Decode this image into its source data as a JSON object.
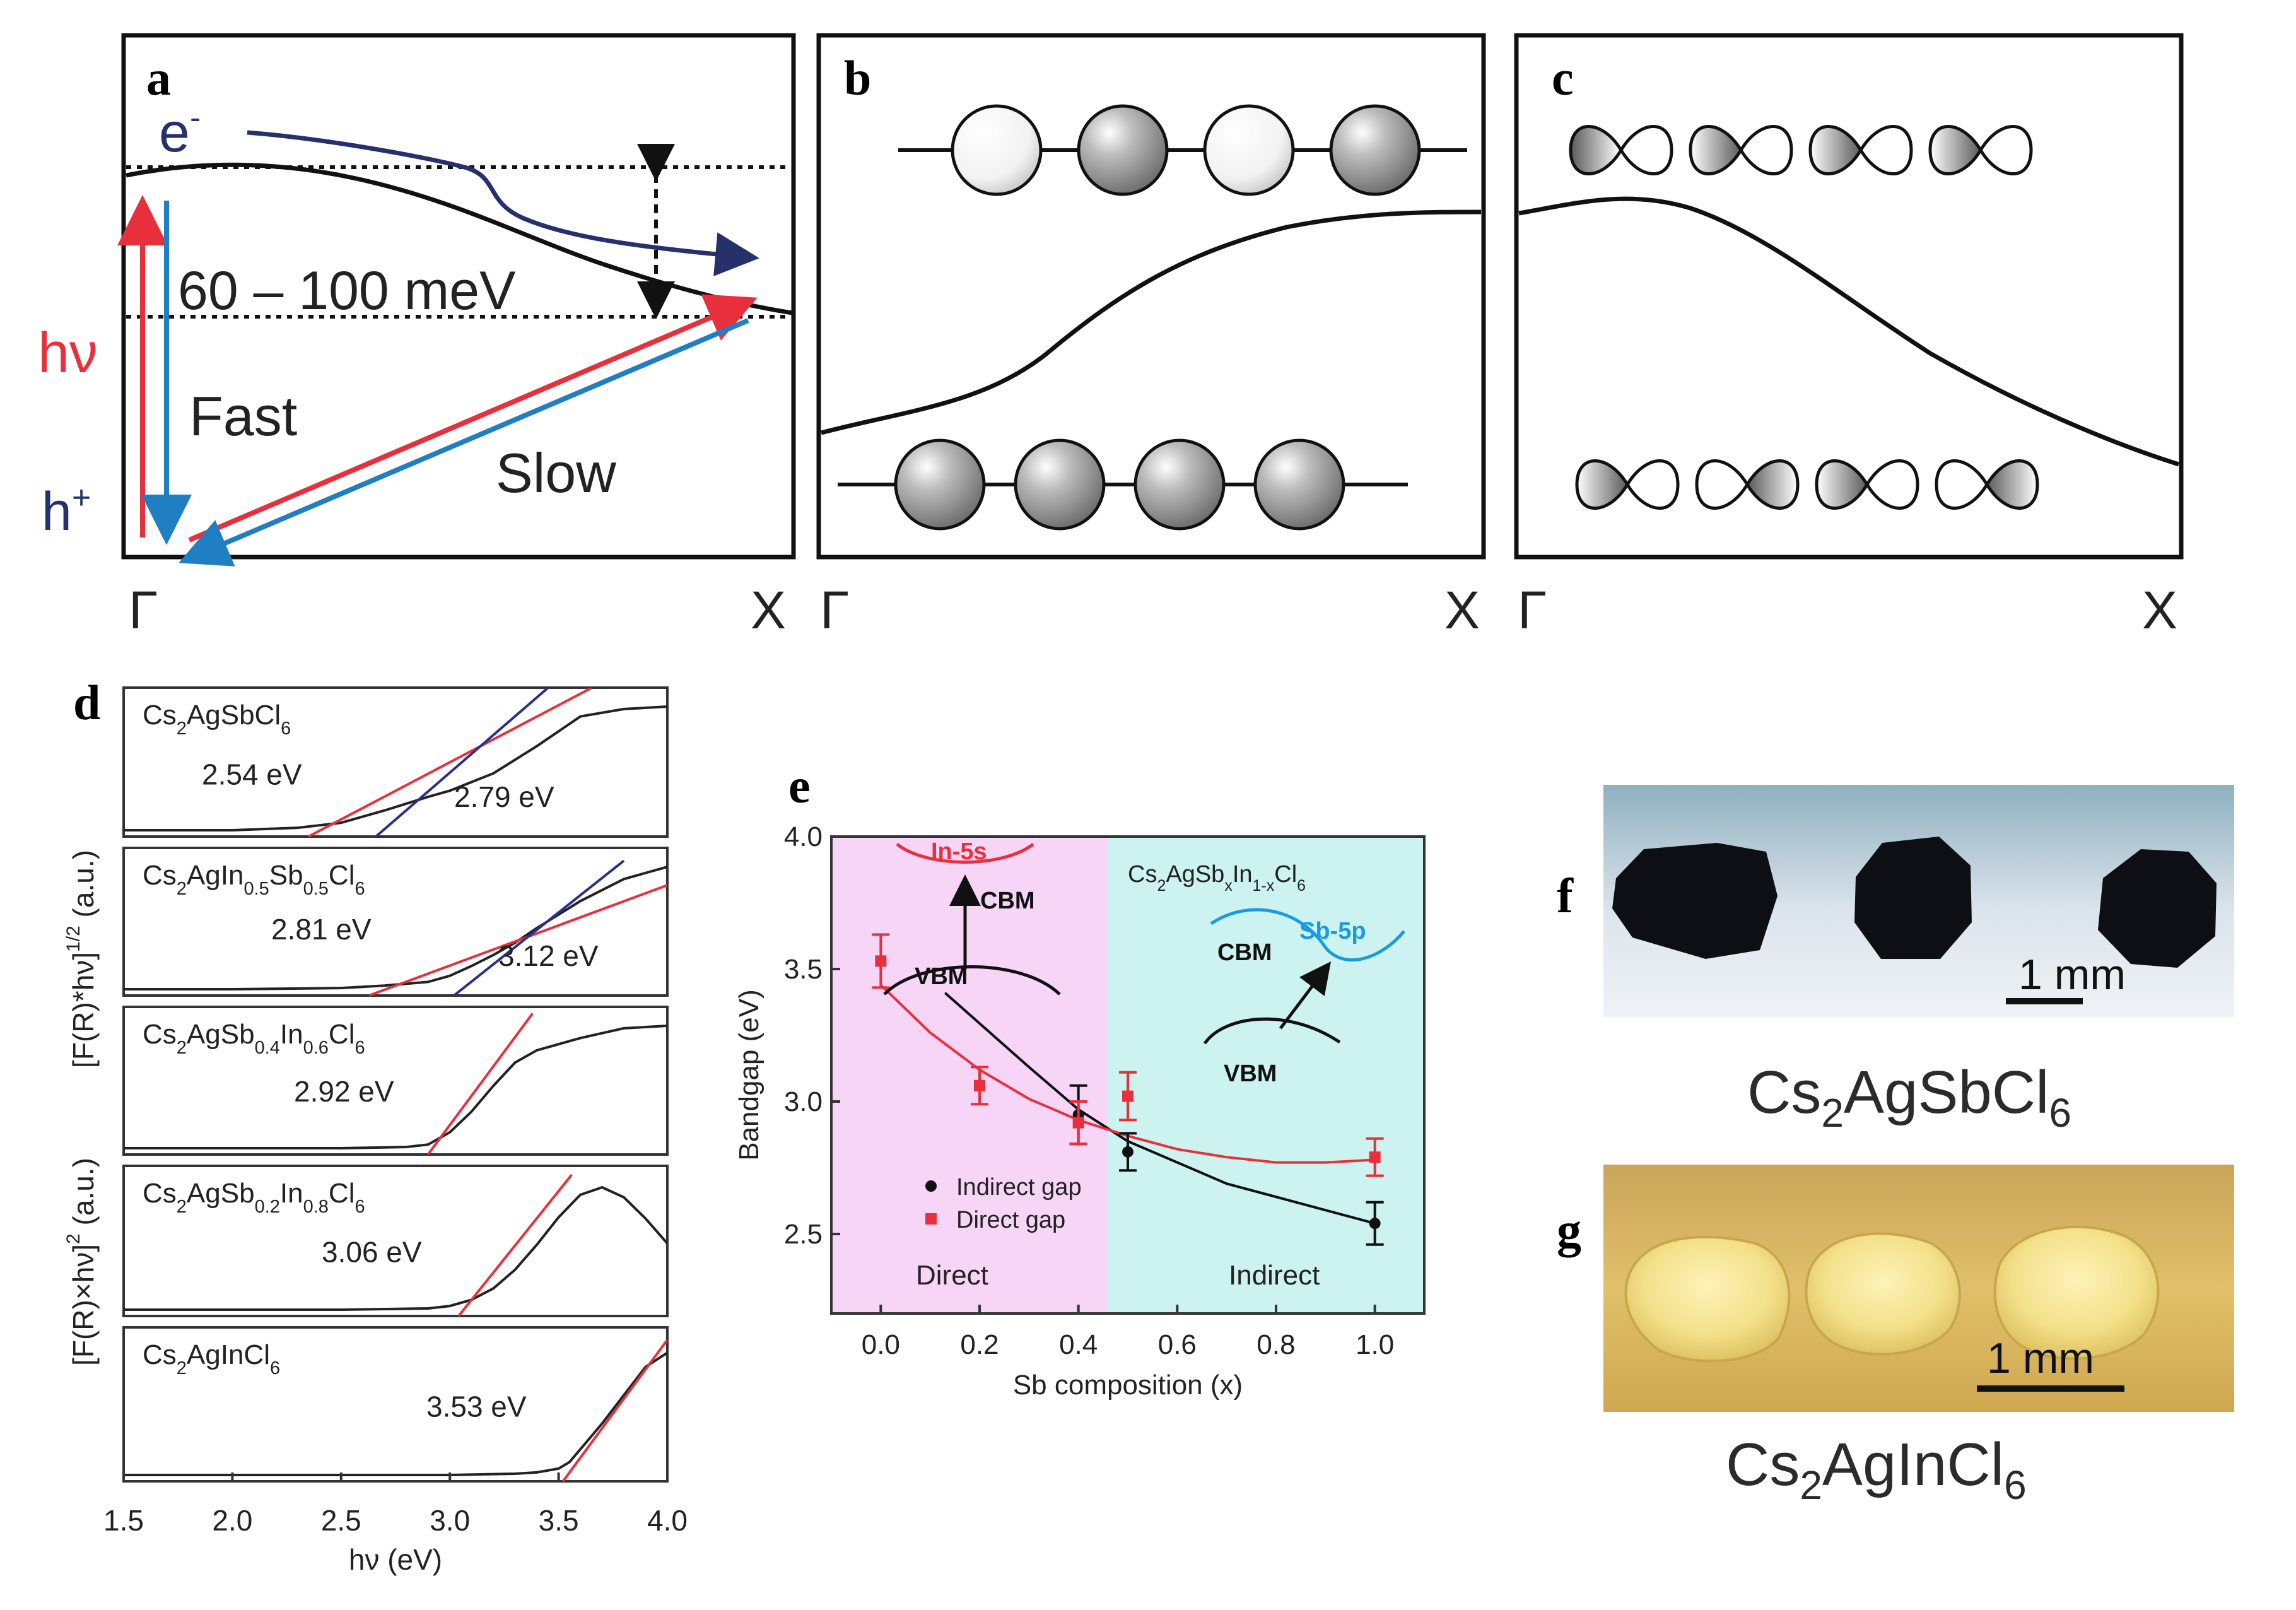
{
  "panels": {
    "a": {
      "letter": "a",
      "electron": "e",
      "electron_sup": "-",
      "energy_window": "60 – 100 meV",
      "photon": "hν",
      "hole": "h",
      "hole_sup": "+",
      "fast": "Fast",
      "slow": "Slow",
      "k_start": "Γ",
      "k_end": "X"
    },
    "b": {
      "letter": "b",
      "k_start": "Γ",
      "k_end": "X"
    },
    "c": {
      "letter": "c",
      "k_start": "Γ",
      "k_end": "X"
    },
    "d": {
      "letter": "d",
      "ylabel_top": "[F(R)*hν]",
      "ylabel_top_sup": "1/2",
      "ylabel_top_unit": "(a.u.)",
      "ylabel_bottom": "[F(R)×hν]",
      "ylabel_bottom_sup": "2",
      "ylabel_bottom_unit": "(a.u.)",
      "xlabel": "hν (eV)",
      "xticks": [
        "1.5",
        "2.0",
        "2.5",
        "3.0",
        "3.5",
        "4.0"
      ],
      "samples": [
        {
          "formula": [
            "Cs",
            "2",
            "AgSbCl",
            "6"
          ],
          "gaps": [
            "2.54 eV",
            "2.79 eV"
          ]
        },
        {
          "formula": [
            "Cs",
            "2",
            "AgIn",
            "0.5",
            "Sb",
            "0.5",
            "Cl",
            "6"
          ],
          "gaps": [
            "2.81 eV",
            "3.12 eV"
          ]
        },
        {
          "formula": [
            "Cs",
            "2",
            "AgSb",
            "0.4",
            "In",
            "0.6",
            "Cl",
            "6"
          ],
          "gaps": [
            "2.92 eV"
          ]
        },
        {
          "formula": [
            "Cs",
            "2",
            "AgSb",
            "0.2",
            "In",
            "0.8",
            "Cl",
            "6"
          ],
          "gaps": [
            "3.06 eV"
          ]
        },
        {
          "formula": [
            "Cs",
            "2",
            "AgInCl",
            "6"
          ],
          "gaps": [
            "3.53 eV"
          ]
        }
      ]
    },
    "e": {
      "letter": "e",
      "formula": [
        "Cs",
        "2",
        "AgSb",
        "x",
        "In",
        "1-x",
        "Cl",
        "6"
      ],
      "region_left": "Direct",
      "region_right": "Indirect",
      "in5s": "In-5s",
      "sb5p": "Sb-5p",
      "cbm": "CBM",
      "vbm": "VBM"
    },
    "f": {
      "letter": "f",
      "scale": "1 mm",
      "caption": [
        "Cs",
        "2",
        "AgSbCl",
        "6"
      ]
    },
    "g": {
      "letter": "g",
      "scale": "1 mm",
      "caption": [
        "Cs",
        "2",
        "AgInCl",
        "6"
      ]
    }
  },
  "colors": {
    "red": "#e8303c",
    "blue": "#1f7fc2",
    "navy": "#26306b",
    "pink_region": "#f6d5f6",
    "cyan_region": "#cdf3f1",
    "sb_blue": "#1a9be0"
  },
  "chart_data": [
    {
      "type": "line",
      "panel": "d",
      "xlabel": "hν (eV)",
      "xlim": [
        1.5,
        4.0
      ],
      "series": [
        {
          "onset": 2.54,
          "x": [
            1.5,
            2.0,
            2.3,
            2.5,
            2.7,
            2.9,
            3.0,
            3.2,
            3.4,
            3.6,
            3.8,
            4.0
          ],
          "y": [
            0.0,
            0.0,
            0.02,
            0.06,
            0.16,
            0.27,
            0.32,
            0.46,
            0.68,
            0.92,
            0.98,
            1.0
          ]
        },
        {
          "onset": 2.81,
          "x": [
            1.5,
            2.0,
            2.5,
            2.7,
            2.9,
            3.0,
            3.1,
            3.2,
            3.3,
            3.4,
            3.6,
            3.8,
            4.0
          ],
          "y": [
            0.0,
            0.0,
            0.01,
            0.03,
            0.06,
            0.11,
            0.19,
            0.28,
            0.38,
            0.5,
            0.72,
            0.9,
            1.0
          ]
        },
        {
          "onset": 2.92,
          "x": [
            1.5,
            2.0,
            2.5,
            2.8,
            2.9,
            3.0,
            3.1,
            3.2,
            3.3,
            3.4,
            3.6,
            3.8,
            4.0
          ],
          "y": [
            0.0,
            0.0,
            0.0,
            0.01,
            0.03,
            0.13,
            0.3,
            0.51,
            0.7,
            0.8,
            0.9,
            0.98,
            1.0
          ]
        },
        {
          "onset": 3.06,
          "x": [
            1.5,
            2.0,
            2.5,
            2.9,
            3.0,
            3.1,
            3.2,
            3.3,
            3.4,
            3.5,
            3.6,
            3.7,
            3.8,
            3.9,
            4.0
          ],
          "y": [
            0.0,
            0.0,
            0.0,
            0.01,
            0.03,
            0.08,
            0.17,
            0.32,
            0.52,
            0.74,
            0.92,
            0.98,
            0.9,
            0.73,
            0.53
          ]
        },
        {
          "onset": 3.53,
          "x": [
            1.5,
            2.5,
            3.0,
            3.3,
            3.4,
            3.5,
            3.55,
            3.6,
            3.7,
            3.8,
            3.9,
            4.0
          ],
          "y": [
            0.0,
            0.0,
            0.0,
            0.01,
            0.02,
            0.05,
            0.1,
            0.2,
            0.4,
            0.62,
            0.84,
            0.95
          ]
        }
      ]
    },
    {
      "type": "scatter",
      "panel": "e",
      "xlabel": "Sb composition (x)",
      "ylabel": "Bandgap (eV)",
      "xlim": [
        -0.1,
        1.1
      ],
      "ylim": [
        2.2,
        4.0
      ],
      "xticks": [
        "0.0",
        "0.2",
        "0.4",
        "0.6",
        "0.8",
        "1.0"
      ],
      "yticks": [
        "2.5",
        "3.0",
        "3.5",
        "4.0"
      ],
      "region_boundary": 0.46,
      "series": [
        {
          "name": "Indirect gap",
          "color": "#111111",
          "x": [
            0.4,
            0.5,
            1.0
          ],
          "y": [
            2.95,
            2.81,
            2.54
          ],
          "err": [
            0.11,
            0.07,
            0.08
          ]
        },
        {
          "name": "Direct gap",
          "color": "#e8303c",
          "x": [
            0.0,
            0.2,
            0.4,
            0.5,
            1.0
          ],
          "y": [
            3.53,
            3.06,
            2.92,
            3.02,
            2.79
          ],
          "err": [
            0.1,
            0.07,
            0.08,
            0.09,
            0.07
          ]
        }
      ],
      "fits": [
        {
          "color": "#111111",
          "x": [
            0.13,
            0.3,
            0.4,
            0.5,
            0.7,
            1.0
          ],
          "y": [
            3.41,
            3.13,
            2.97,
            2.85,
            2.69,
            2.54
          ]
        },
        {
          "color": "#e8303c",
          "x": [
            0.0,
            0.1,
            0.2,
            0.3,
            0.4,
            0.5,
            0.6,
            0.7,
            0.8,
            0.9,
            1.0
          ],
          "y": [
            3.44,
            3.26,
            3.12,
            3.01,
            2.93,
            2.87,
            2.82,
            2.79,
            2.77,
            2.77,
            2.78
          ]
        }
      ]
    }
  ]
}
